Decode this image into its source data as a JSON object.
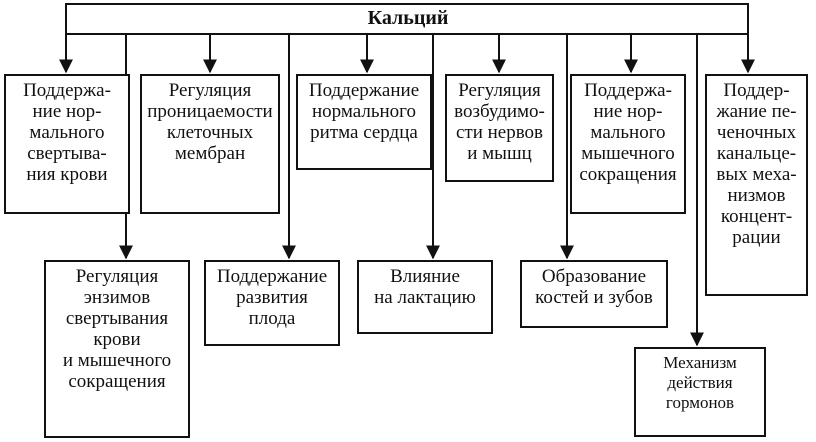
{
  "title": "Кальций",
  "boxes": {
    "blood": "Поддержа-\nние нор-\nмального\nсвертыва-\nния крови",
    "membranes": "Регуляция\nпроницаемости\nклеточных\nмембран",
    "heart": "Поддержание\nнормального\nритма сердца",
    "nerves": "Регуляция\nвозбудимо-\nсти нервов\nи мышц",
    "muscle": "Поддержа-\nние нор-\nмального\nмышечного\nсокращения",
    "liver": "Поддер-\nжание пе-\nченочных\nканальце-\nвых меха-\nнизмов\nконцент-\nрации",
    "enzymes": "Регуляция\nэнзимов\nсвертывания\nкрови\nи мышечного\nсокращения",
    "fetus": "Поддержание\nразвития\nплода",
    "lactation": "Влияние\nна лактацию",
    "bones": "Образование\nкостей и зубов",
    "hormones": "Механизм\nдействия\nгормонов"
  }
}
